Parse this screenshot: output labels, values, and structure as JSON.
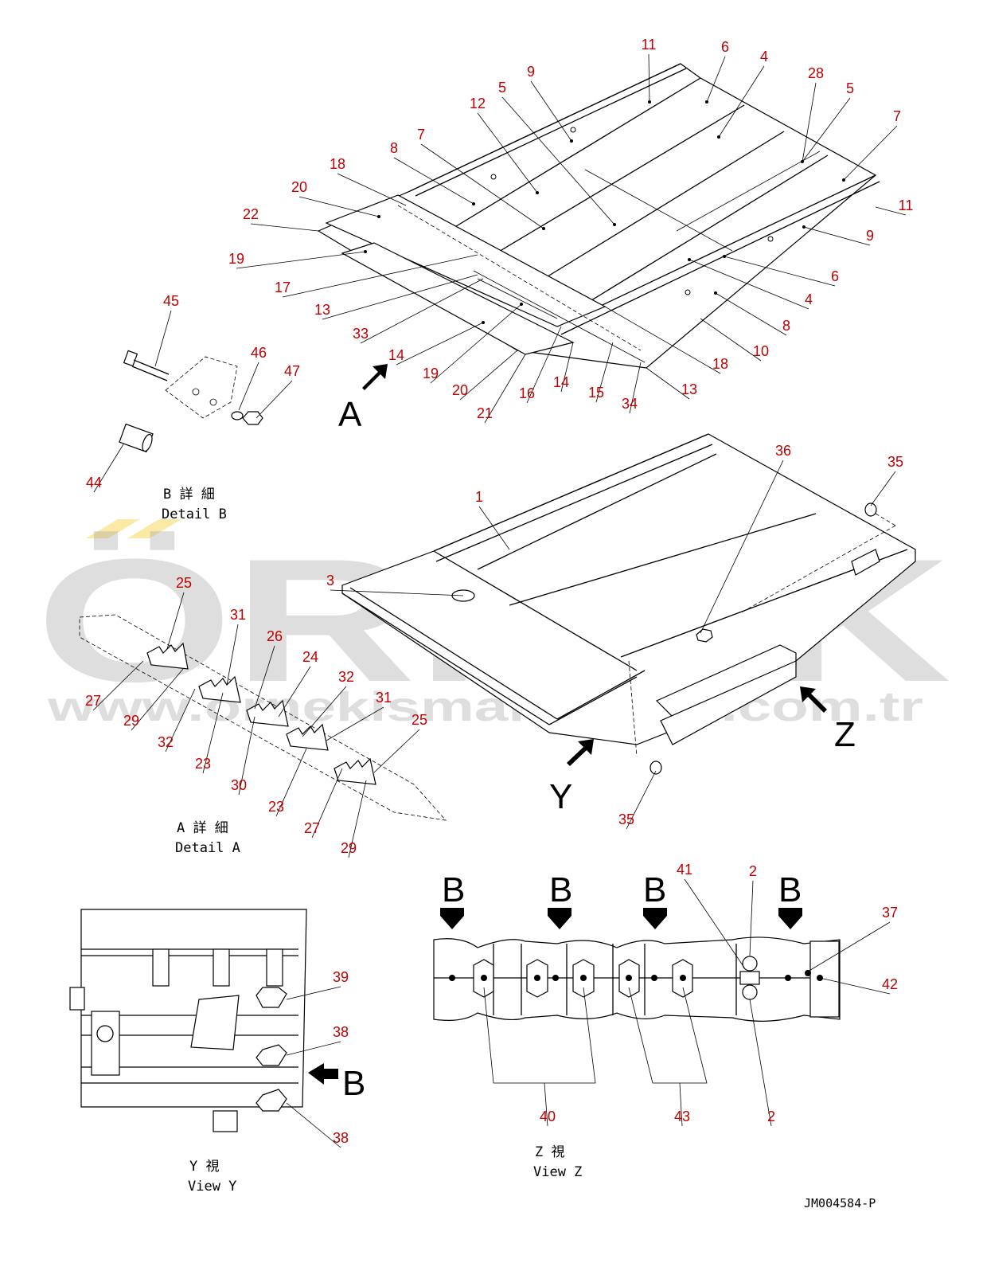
{
  "watermark": {
    "brand": "ÖRNEK",
    "url": "www.ornekismakinalari.com.tr"
  },
  "captions": {
    "detail_b_jp": "B 詳 細",
    "detail_b_en": "Detail B",
    "detail_a_jp": "A 詳 細",
    "detail_a_en": "Detail A",
    "view_y_jp": "Y 視",
    "view_y_en": "View Y",
    "view_z_jp": "Z 視",
    "view_z_en": "View Z"
  },
  "view_markers": {
    "a": "A",
    "y": "Y",
    "z": "Z",
    "b": "B"
  },
  "drawing_code": "JM004584-P",
  "part_callouts": {
    "top_assembly": [
      "11",
      "6",
      "4",
      "28",
      "5",
      "7",
      "9",
      "12",
      "5",
      "7",
      "8",
      "18",
      "20",
      "22",
      "19",
      "17",
      "13",
      "33",
      "14",
      "19",
      "20",
      "21",
      "16",
      "14",
      "15",
      "34",
      "13",
      "18",
      "10",
      "8",
      "4",
      "6",
      "9",
      "11"
    ],
    "detail_b": [
      "45",
      "46",
      "47",
      "44"
    ],
    "main_frame": [
      "36",
      "35",
      "1",
      "3",
      "35"
    ],
    "detail_a": [
      "25",
      "31",
      "26",
      "24",
      "32",
      "31",
      "25",
      "27",
      "29",
      "32",
      "23",
      "30",
      "23",
      "27",
      "29"
    ],
    "view_y": [
      "39",
      "38",
      "38"
    ],
    "view_z": [
      "41",
      "2",
      "37",
      "42",
      "40",
      "43",
      "2"
    ]
  }
}
